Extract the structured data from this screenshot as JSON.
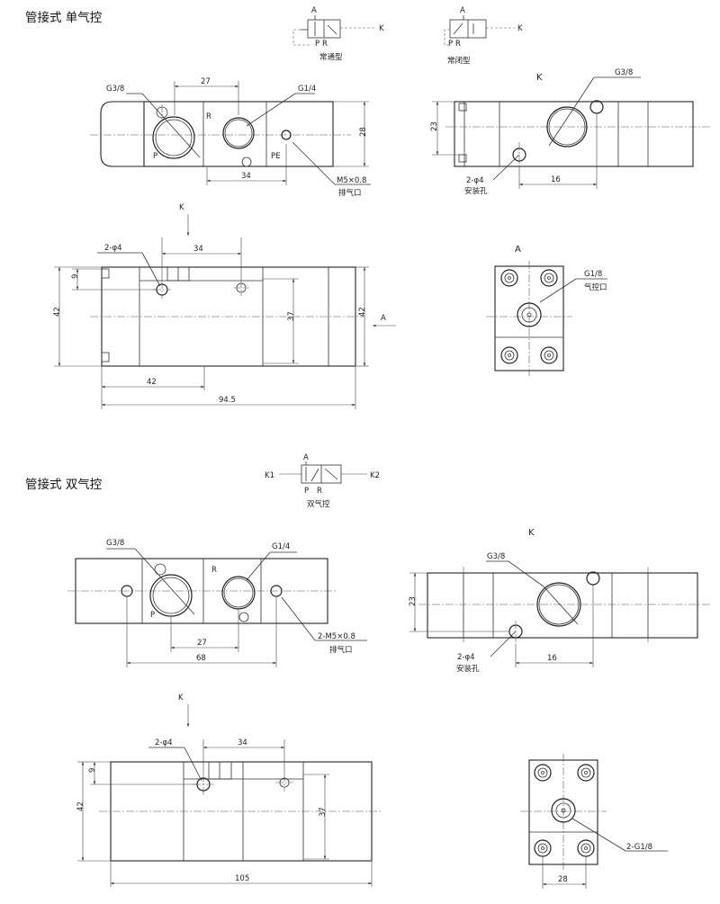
{
  "section_single": {
    "title": "管接式 单气控",
    "symbol_normally_open": {
      "a": "A",
      "p": "P",
      "r": "R",
      "k": "K",
      "caption": "常通型"
    },
    "symbol_normally_closed": {
      "a": "A",
      "p": "P",
      "r": "R",
      "k": "K",
      "caption": "常闭型"
    },
    "top_view": {
      "g38": "G3/8",
      "g14": "G1/4",
      "r": "R",
      "p": "P",
      "pe": "PE",
      "d27": "27",
      "d34": "34",
      "d28": "28",
      "m5": "M5×0.8",
      "exhaust": "排气口"
    },
    "side_view": {
      "k": "K",
      "g38": "G3/8",
      "d23": "23",
      "holes": "2-φ4",
      "mount": "安装孔",
      "d16": "16"
    },
    "front_view": {
      "k": "K",
      "holes": "2-φ4",
      "d34": "34",
      "d9": "9",
      "d42_left": "42",
      "d37": "37",
      "d42_right": "42",
      "a": "A",
      "d42_bottom": "42",
      "d945": "94.5"
    },
    "end_view": {
      "a": "A",
      "g18": "G1/8",
      "pilot": "气控口"
    }
  },
  "section_double": {
    "title": "管接式 双气控",
    "symbol": {
      "a": "A",
      "k1": "K1",
      "k2": "K2",
      "p": "P",
      "r": "R",
      "caption": "双气控"
    },
    "top_view": {
      "g38": "G3/8",
      "g14": "G1/4",
      "r": "R",
      "p": "P",
      "m5": "2-M5×0.8",
      "exhaust": "排气口",
      "d27": "27",
      "d68": "68"
    },
    "side_view": {
      "k": "K",
      "g38": "G3/8",
      "d23": "23",
      "holes": "2-φ4",
      "mount": "安装孔",
      "d16": "16"
    },
    "front_view": {
      "k": "K",
      "holes": "2-φ4",
      "d34": "34",
      "d9": "9",
      "d42": "42",
      "d37": "37",
      "d105": "105"
    },
    "end_view": {
      "g18": "2-G1/8",
      "d28": "28"
    }
  }
}
